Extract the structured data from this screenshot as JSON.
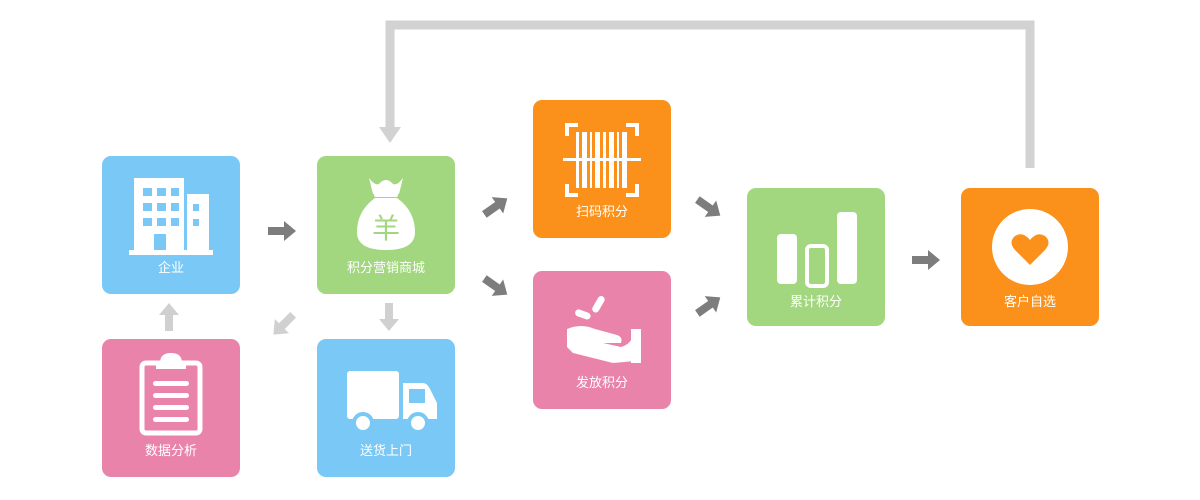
{
  "colors": {
    "blue": "#7ac8f5",
    "green": "#a2d77f",
    "orange": "#fb911b",
    "pink": "#ea83aa",
    "arrow_dark": "#7d7d7d",
    "arrow_light": "#d0d0d0",
    "loop_line": "#d2d2d2"
  },
  "nodes": {
    "enterprise": {
      "label": "企业",
      "icon": "building-icon"
    },
    "points_mall": {
      "label": "积分营销商城",
      "icon": "money-bag-icon",
      "symbol": "羊"
    },
    "scan_points": {
      "label": "扫码积分",
      "icon": "barcode-scan-icon"
    },
    "issue_points": {
      "label": "发放积分",
      "icon": "hand-giving-icon"
    },
    "accumulate_points": {
      "label": "累计积分",
      "icon": "bar-chart-icon"
    },
    "customer_choice": {
      "label": "客户自选",
      "icon": "heart-icon"
    },
    "data_analysis": {
      "label": "数据分析",
      "icon": "clipboard-icon"
    },
    "delivery": {
      "label": "送货上门",
      "icon": "truck-icon"
    }
  }
}
